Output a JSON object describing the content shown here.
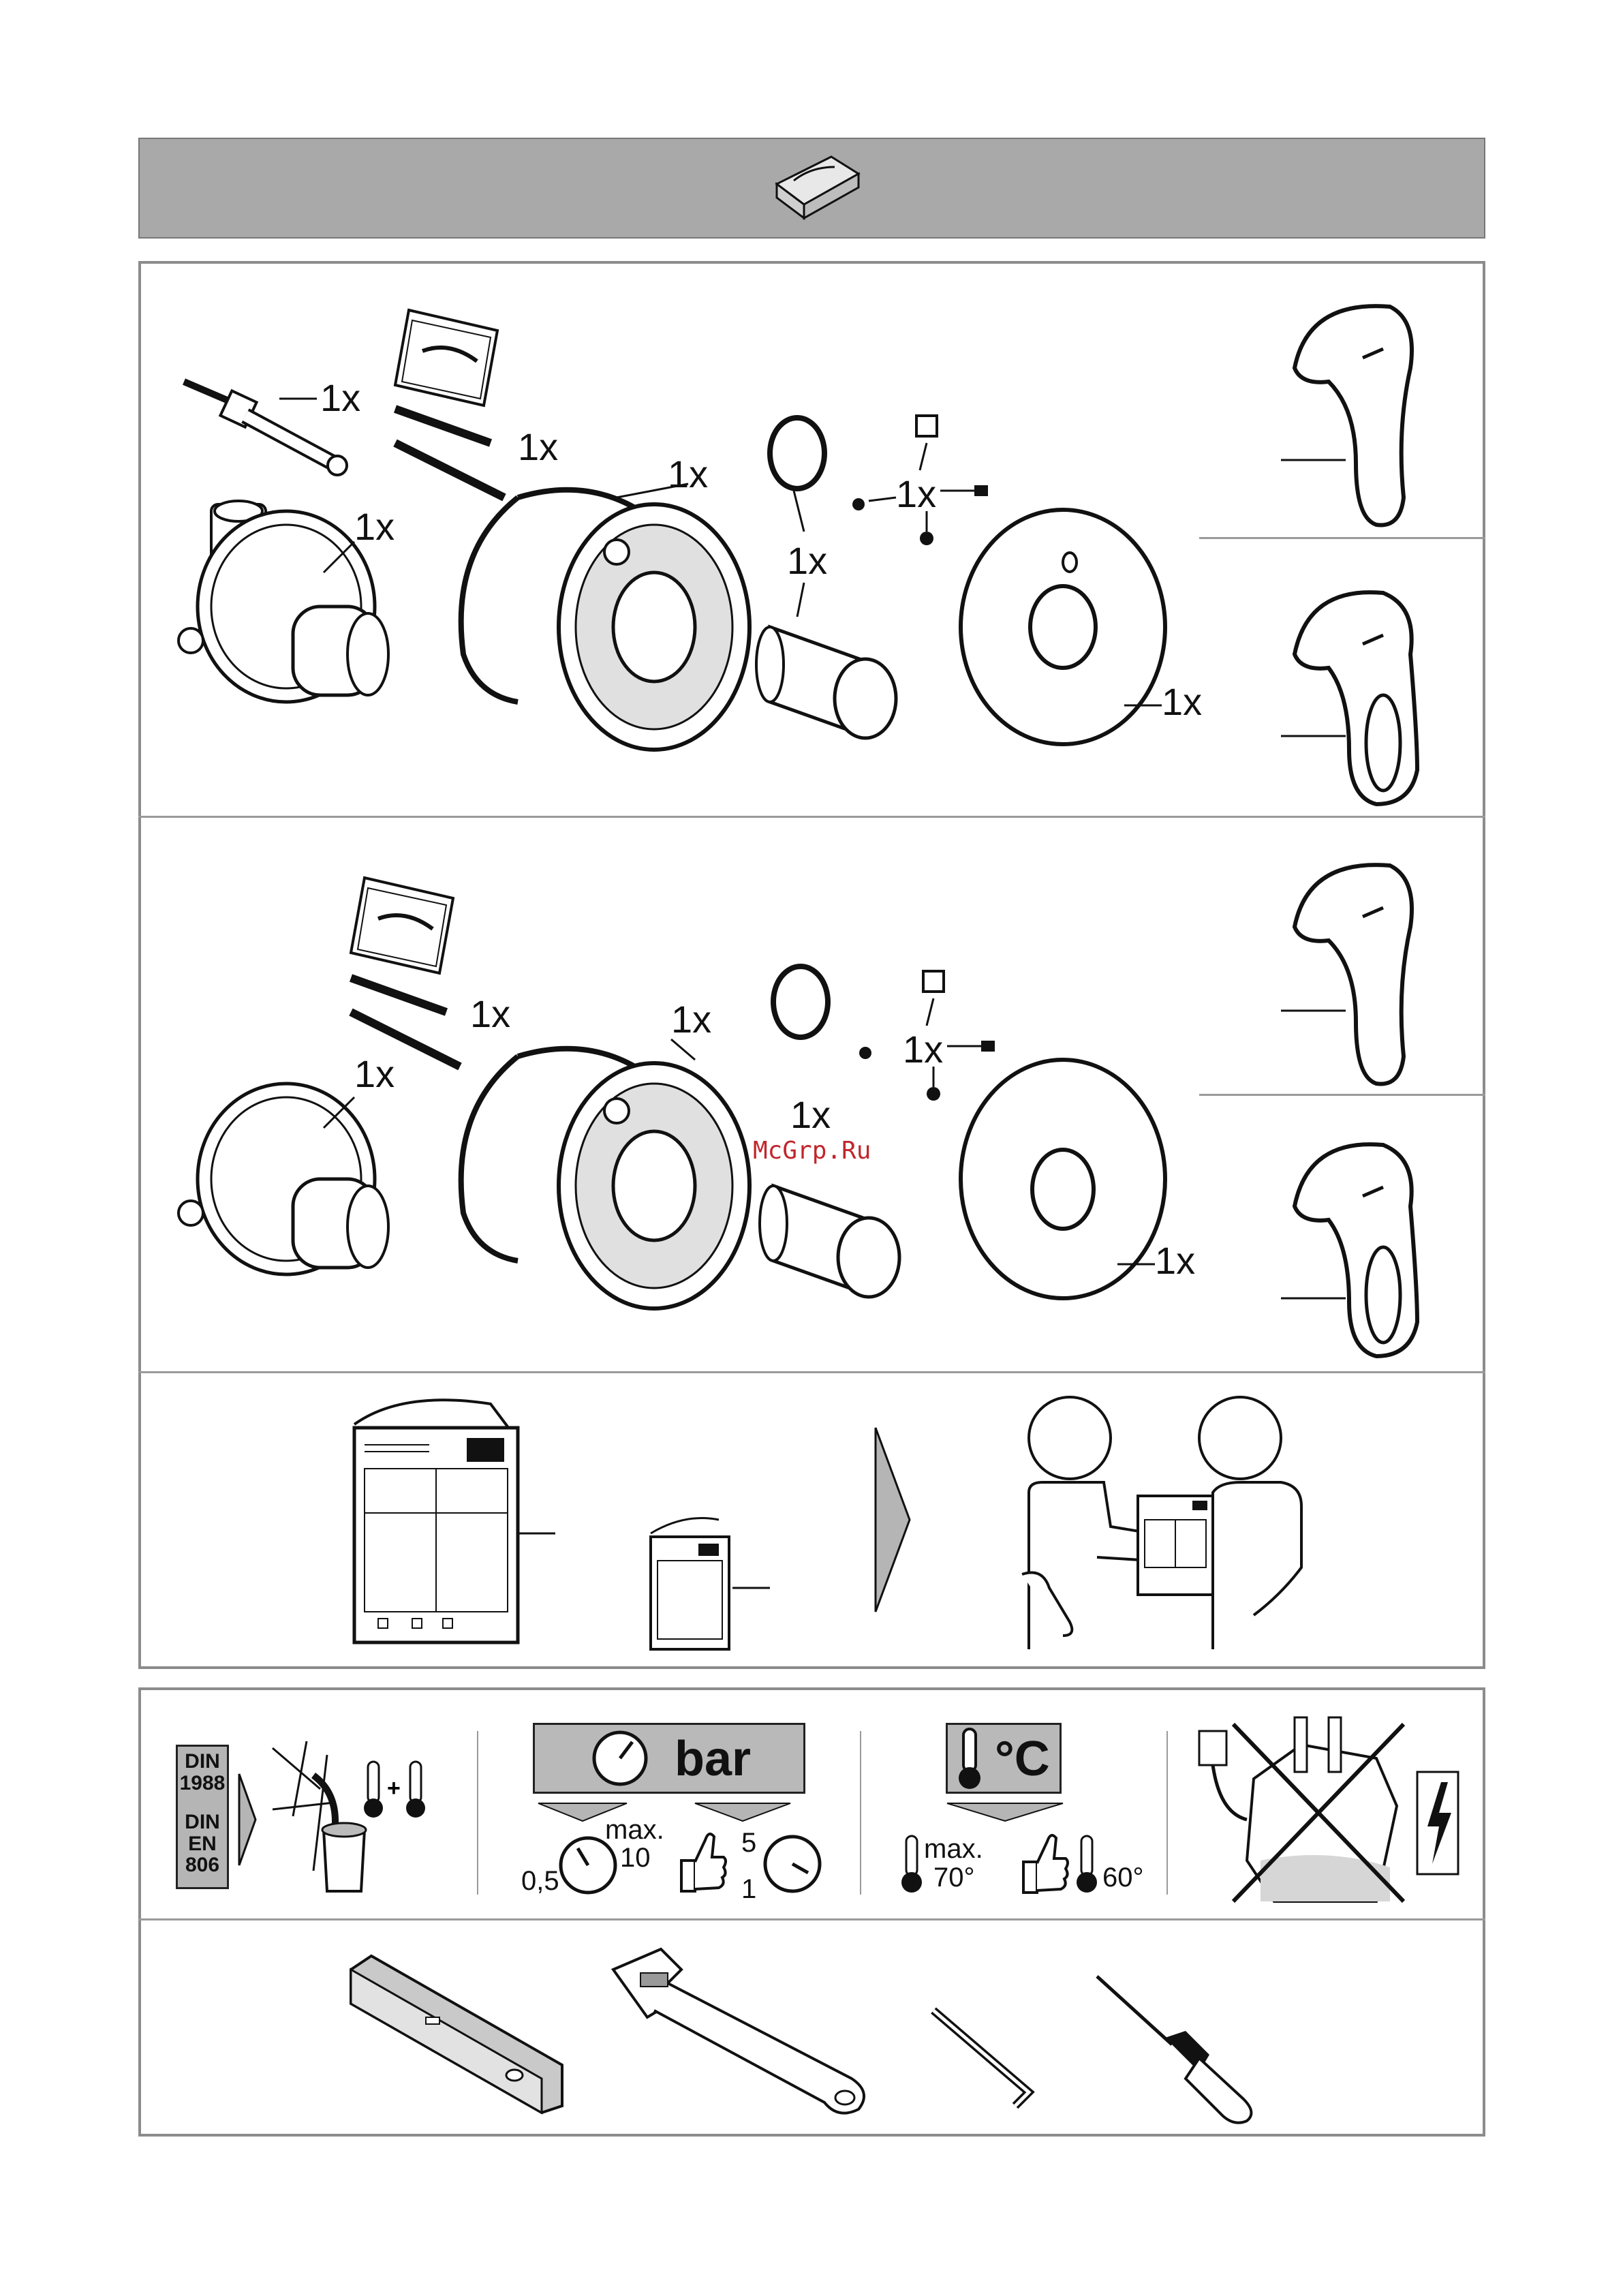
{
  "header": {
    "icon": "grohe-grease-pack-icon"
  },
  "watermark": "McGrp.Ru",
  "scope_panel_1": {
    "body_qty": "1x",
    "cartridge_qty": "1x",
    "screws_qty": "1x",
    "sleeve_ring_qty": "1x",
    "oring_sleeve_qty": "1x",
    "small_parts_qty": "1x",
    "rosette_qty": "1x"
  },
  "scope_panel_2": {
    "body_qty": "1x",
    "screws_qty": "1x",
    "sleeve_ring_qty": "1x",
    "oring_sleeve_qty": "1x",
    "small_parts_qty": "1x",
    "rosette_qty": "1x"
  },
  "requirements": {
    "din_label": "DIN\n1988\n\nDIN\nEN\n806",
    "din_line1": "DIN",
    "din_line2": "1988",
    "din_line3": "DIN",
    "din_line4": "EN",
    "din_line5": "806",
    "pressure_unit": "bar",
    "pressure_min": "0,5",
    "pressure_max_label": "max.",
    "pressure_max": "10",
    "pressure_rec_high": "5",
    "pressure_rec_low": "1",
    "temp_unit": "°C",
    "temp_max_label": "max.",
    "temp_max": "70°",
    "temp_rec": "60°"
  },
  "colors": {
    "panel_border": "#8c8c8c",
    "header_fill": "#a9a9a9",
    "banner_fill": "#b9b9b9",
    "watermark": "#c0262c"
  }
}
